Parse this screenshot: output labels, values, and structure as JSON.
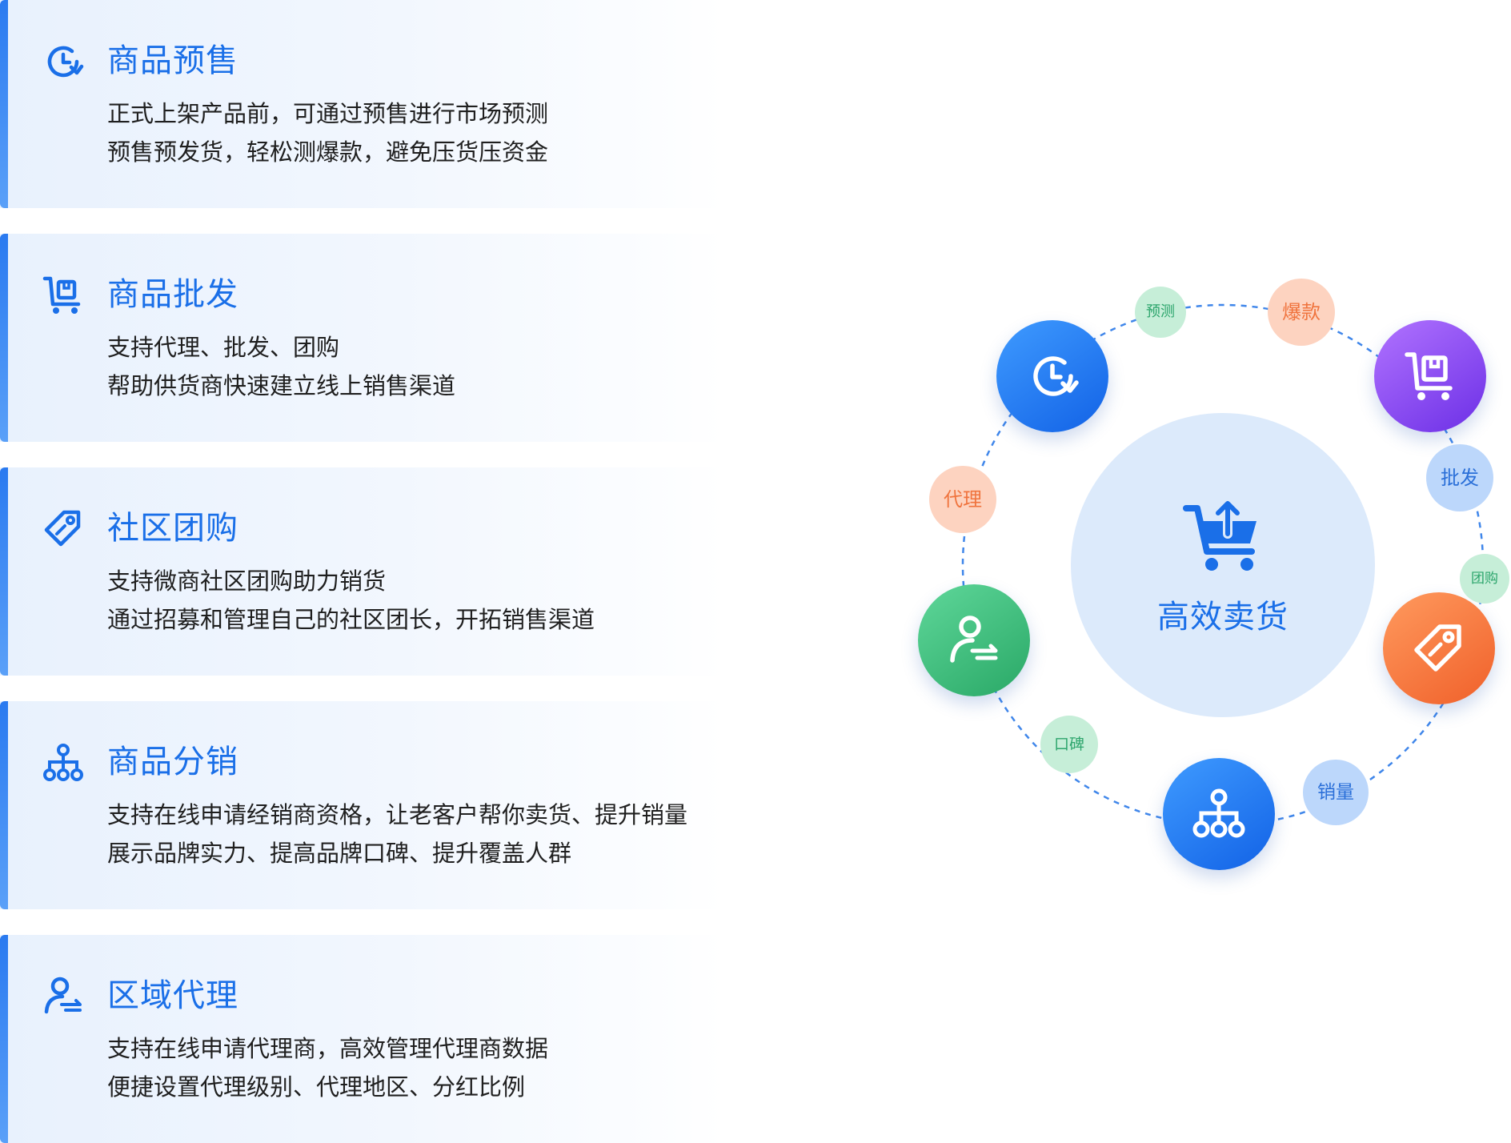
{
  "features": [
    {
      "icon": "clock-refresh-icon",
      "title": "商品预售",
      "lines": [
        "正式上架产品前，可通过预售进行市场预测",
        "预售预发货，轻松测爆款，避免压货压资金"
      ]
    },
    {
      "icon": "cart-box-icon",
      "title": "商品批发",
      "lines": [
        "支持代理、批发、团购",
        "帮助供货商快速建立线上销售渠道"
      ]
    },
    {
      "icon": "price-tag-icon",
      "title": "社区团购",
      "lines": [
        "支持微商社区团购助力销货",
        "通过招募和管理自己的社区团长，开拓销售渠道"
      ]
    },
    {
      "icon": "org-tree-icon",
      "title": "商品分销",
      "lines": [
        "支持在线申请经销商资格，让老客户帮你卖货、提升销量",
        "展示品牌实力、提高品牌口碑、提升覆盖人群"
      ]
    },
    {
      "icon": "agent-user-icon",
      "title": "区域代理",
      "lines": [
        "支持在线申请代理商，高效管理代理商数据",
        "便捷设置代理级别、代理地区、分红比例"
      ]
    }
  ],
  "diagram": {
    "center_label": "高效卖货",
    "center_icon": "cart-upload-icon",
    "nodes": [
      {
        "icon": "clock-refresh-icon",
        "color": "#1a72f0"
      },
      {
        "icon": "cart-box-icon",
        "color": "#8a4cf5"
      },
      {
        "icon": "price-tag-icon",
        "color": "#f46d35"
      },
      {
        "icon": "org-tree-icon",
        "color": "#1a72f0"
      },
      {
        "icon": "agent-user-icon",
        "color": "#3cbe7c"
      }
    ],
    "tags": {
      "yuce": "预测",
      "baokuan": "爆款",
      "pifa": "批发",
      "tuangou": "团购",
      "xiaoliang": "销量",
      "koubei": "口碑",
      "daili": "代理"
    }
  }
}
